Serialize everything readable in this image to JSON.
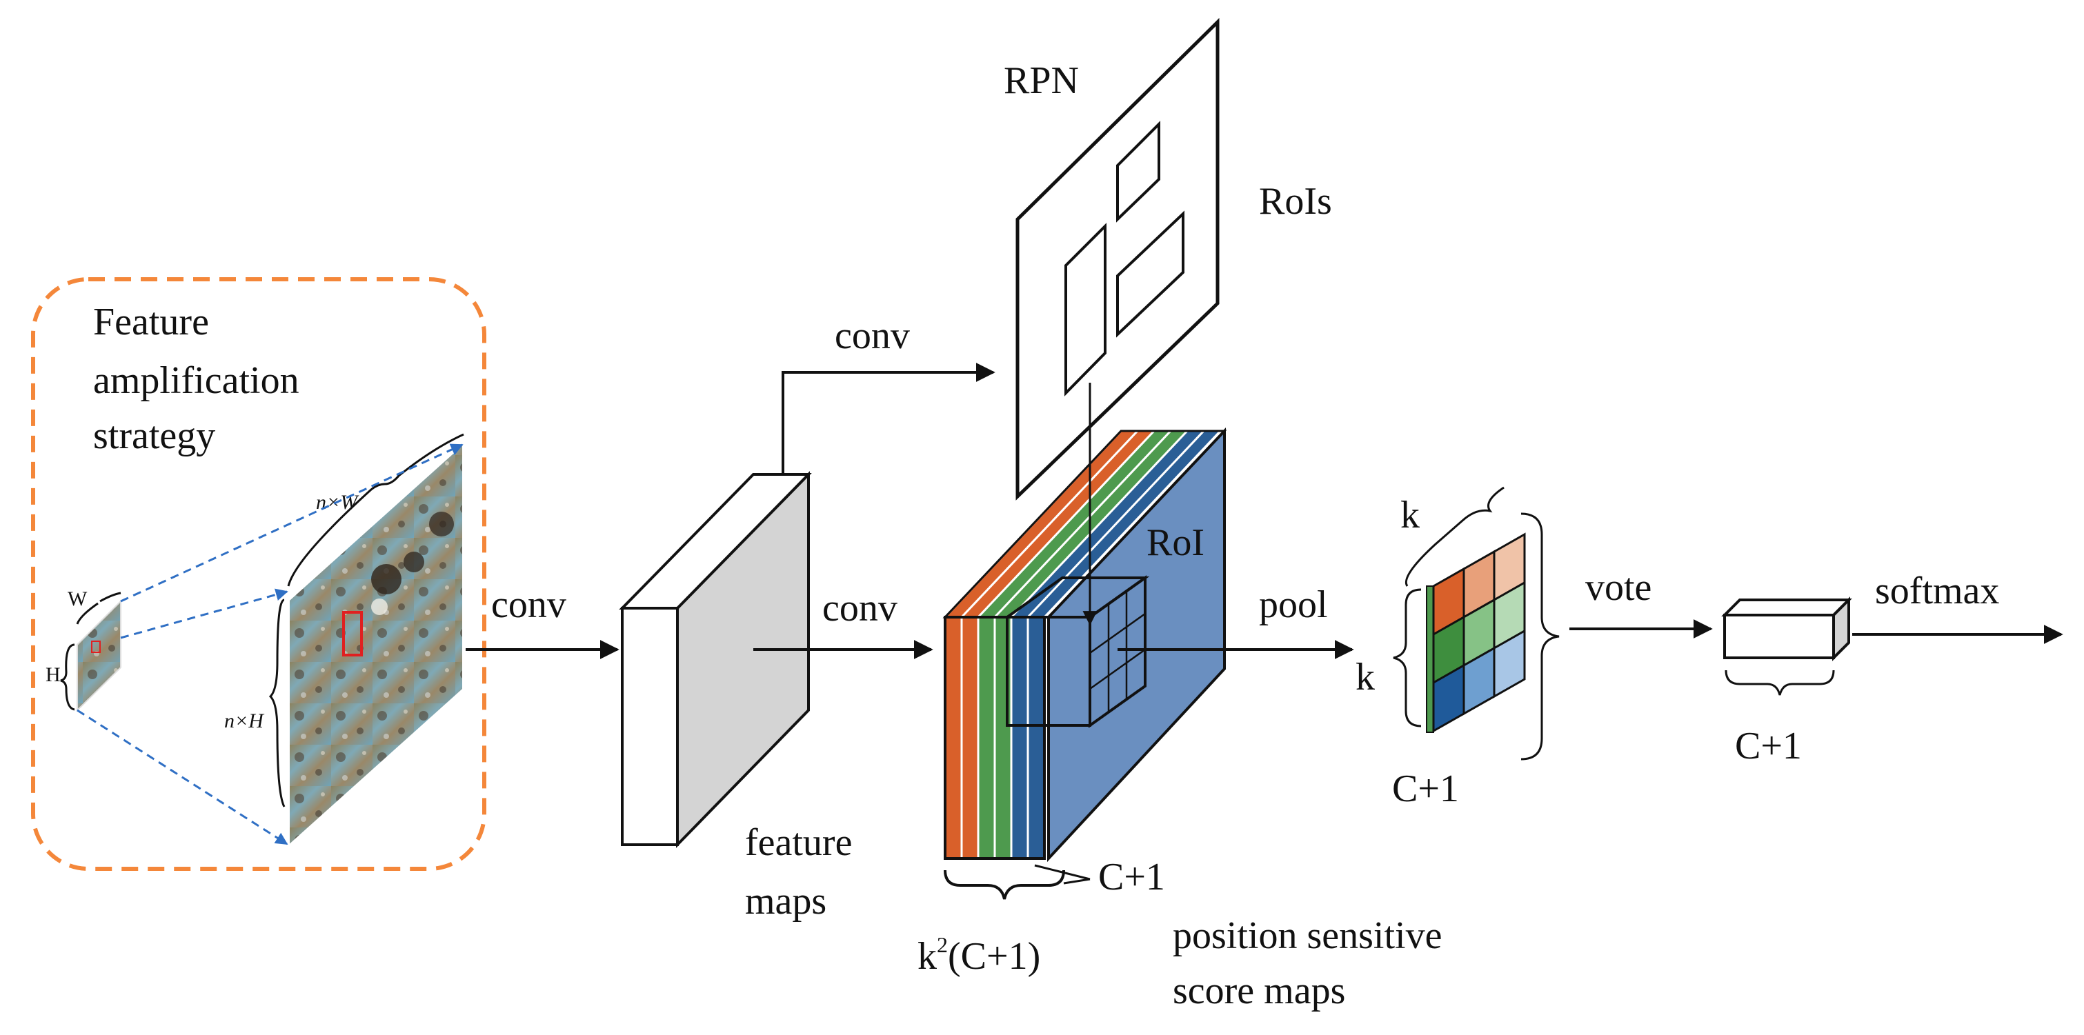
{
  "title": "",
  "labels": {
    "feature_amplification": [
      "Feature",
      "amplification",
      "strategy"
    ],
    "w_small": "W",
    "h_small": "H",
    "n_w": "n×W",
    "n_h": "n×H",
    "conv_to_features": "conv",
    "conv_to_rpn": "conv",
    "conv_to_scoremaps": "conv",
    "rpn": "RPN",
    "rois": "RoIs",
    "roi": "RoI",
    "feature_maps": [
      "feature",
      "maps"
    ],
    "k2_prefix": "k",
    "k2_sup": "2",
    "k2_suffix": "(C+1)",
    "c_plus_1_stack": "C+1",
    "position_sensitive": [
      "position sensitive",
      "score maps"
    ],
    "pool": "pool",
    "k_top": "k",
    "k_left": "k",
    "c_plus_1_pooled": "C+1",
    "vote": "vote",
    "c_plus_1_vote": "C+1",
    "softmax": "softmax"
  },
  "colors": {
    "dashed_box": "#F4873A",
    "blue_arrow": "#2F6FC4",
    "stack_body": "#6A8FC0",
    "orange": "#D9602A",
    "green": "#4E9A4E",
    "blue": "#2A5E96",
    "red_box": "#E02020",
    "feature_front": "#ffffff",
    "feature_side": "#D4D4D4"
  },
  "grid_cells": [
    "#D9602A",
    "#E8A07A",
    "#F0C3A8",
    "#3E8E3E",
    "#86C286",
    "#B5DAB5",
    "#1F5A9A",
    "#6E9FD0",
    "#A8C6E6"
  ]
}
